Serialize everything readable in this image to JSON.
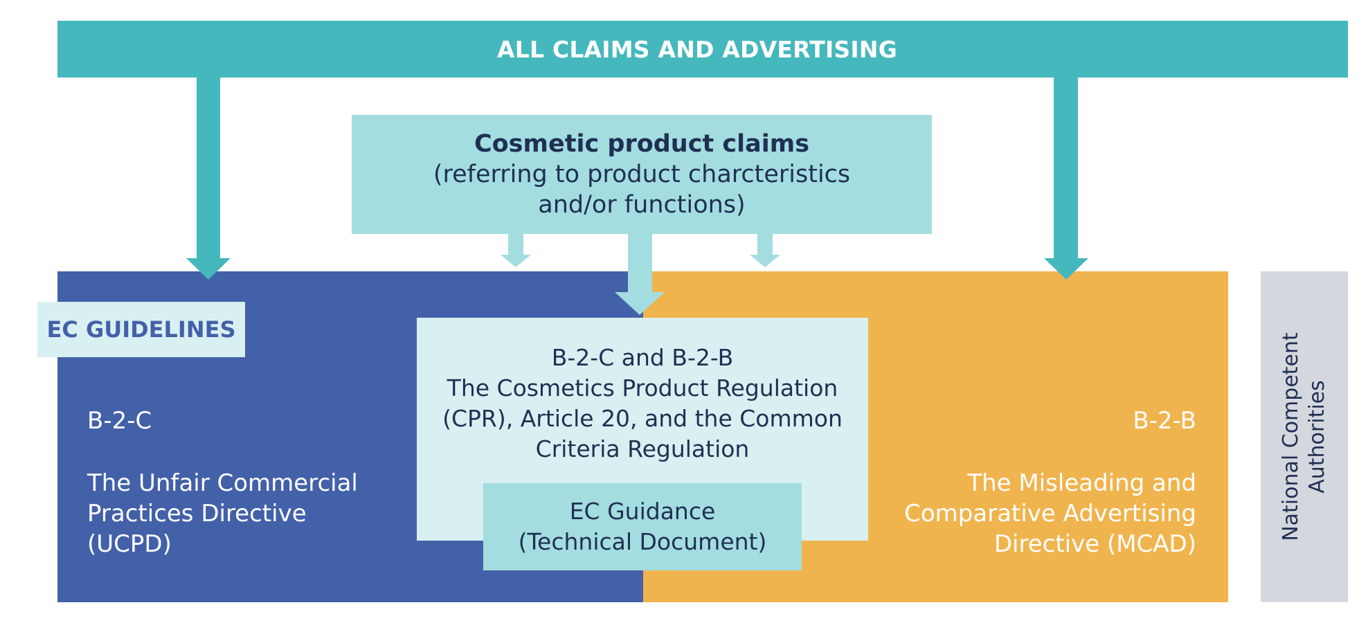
{
  "colors": {
    "teal": "#45b8bd",
    "light_teal": "#a3dde0",
    "pale_teal": "#d9f0f2",
    "blue": "#4361a8",
    "orange": "#f0b44e",
    "gray": "#d4d8de",
    "dark_text": "#1f2f52"
  },
  "banner": {
    "text": "ALL CLAIMS AND ADVERTISING"
  },
  "cosmetic": {
    "title": "Cosmetic product claims",
    "line1": "(referring to product charcteristics",
    "line2": "and/or functions)"
  },
  "ec_guidelines": {
    "text": "EC GUIDELINES"
  },
  "left_panel": {
    "label": "B-2-C",
    "line1": "The Unfair Commercial",
    "line2": "Practices Directive",
    "line3": "(UCPD)"
  },
  "right_panel": {
    "label": "B-2-B",
    "line1": "The Misleading and",
    "line2": "Comparative Advertising",
    "line3": "Directive (MCAD)"
  },
  "center": {
    "line1": "B-2-C and B-2-B",
    "line2": "The Cosmetics Product Regulation",
    "line3": "(CPR), Article 20, and the Common",
    "line4": "Criteria Regulation"
  },
  "guidance": {
    "line1": "EC Guidance",
    "line2": "(Technical Document)"
  },
  "nca": {
    "line1": "National Competent",
    "line2": "Authorities"
  }
}
